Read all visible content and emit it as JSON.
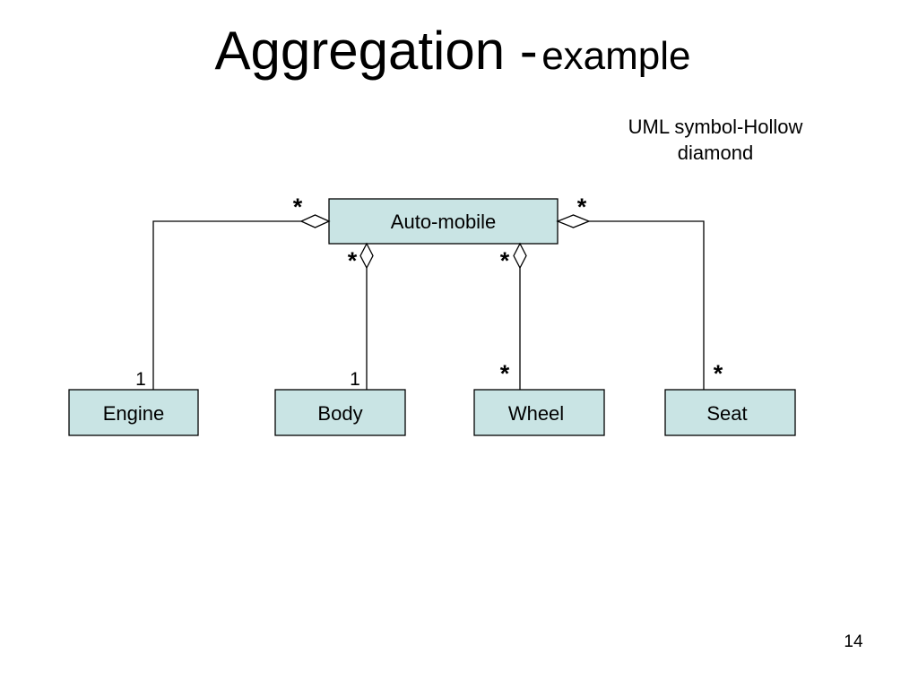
{
  "slide": {
    "title": "Aggregation -",
    "title_suffix": "example",
    "note": "UML symbol-Hollow diamond",
    "page_number": "14"
  },
  "diagram": {
    "whole": {
      "name": "Auto-mobile"
    },
    "parts": [
      {
        "name": "Engine",
        "multiplicity_whole": "*",
        "multiplicity_part": "1"
      },
      {
        "name": "Body",
        "multiplicity_whole": "*",
        "multiplicity_part": "1"
      },
      {
        "name": "Wheel",
        "multiplicity_whole": "*",
        "multiplicity_part": "*"
      },
      {
        "name": "Seat",
        "multiplicity_whole": "*",
        "multiplicity_part": "*"
      }
    ],
    "colors": {
      "box_fill": "#c9e4e4",
      "stroke": "#000000",
      "diamond_fill": "#ffffff"
    }
  }
}
